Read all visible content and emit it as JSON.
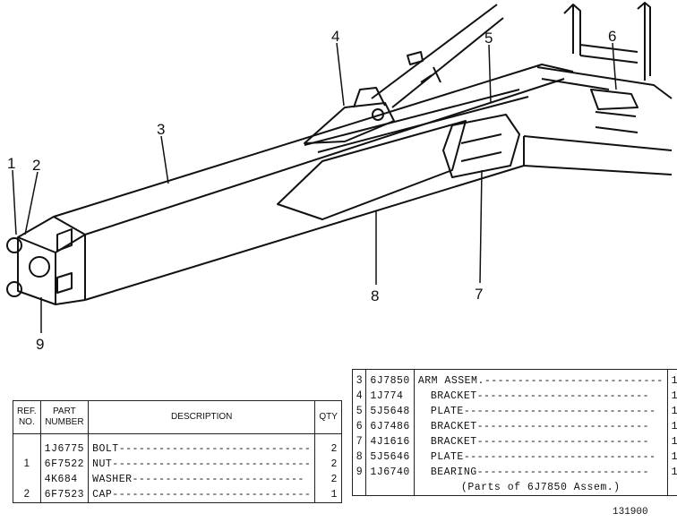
{
  "callouts": [
    "1",
    "2",
    "3",
    "4",
    "5",
    "6",
    "7",
    "8",
    "9"
  ],
  "left_table": {
    "headers": {
      "ref": "REF.\nNO.",
      "part": "PART\nNUMBER",
      "description": "DESCRIPTION",
      "qty": "QTY"
    },
    "rows": [
      {
        "ref": "",
        "part": "1J6775",
        "description": "BOLT-----------------------------",
        "qty": "2"
      },
      {
        "ref": "1",
        "part": "6F7522",
        "description": "NUT------------------------------",
        "qty": "2"
      },
      {
        "ref": "",
        "part": "4K684",
        "description": "WASHER--------------------------",
        "qty": "2"
      },
      {
        "ref": "2",
        "part": "6F7523",
        "description": "CAP------------------------------",
        "qty": "1"
      }
    ]
  },
  "right_table": {
    "rows": [
      {
        "ref": "3",
        "part": "6J7850",
        "description": "ARM ASSEM.---------------------------",
        "qty": "1"
      },
      {
        "ref": "4",
        "part": "1J774",
        "description": "BRACKET--------------------------",
        "qty": "1"
      },
      {
        "ref": "5",
        "part": "5J5648",
        "description": "PLATE-----------------------------",
        "qty": "1"
      },
      {
        "ref": "6",
        "part": "6J7486",
        "description": "BRACKET--------------------------",
        "qty": "1"
      },
      {
        "ref": "7",
        "part": "4J1616",
        "description": "BRACKET--------------------------",
        "qty": "1"
      },
      {
        "ref": "8",
        "part": "5J5646",
        "description": "PLATE-----------------------------",
        "qty": "1"
      },
      {
        "ref": "9",
        "part": "1J6740",
        "description": "BEARING--------------------------",
        "qty": "1"
      }
    ],
    "note": "(Parts of 6J7850 Assem.)"
  },
  "figure_number": "131900"
}
